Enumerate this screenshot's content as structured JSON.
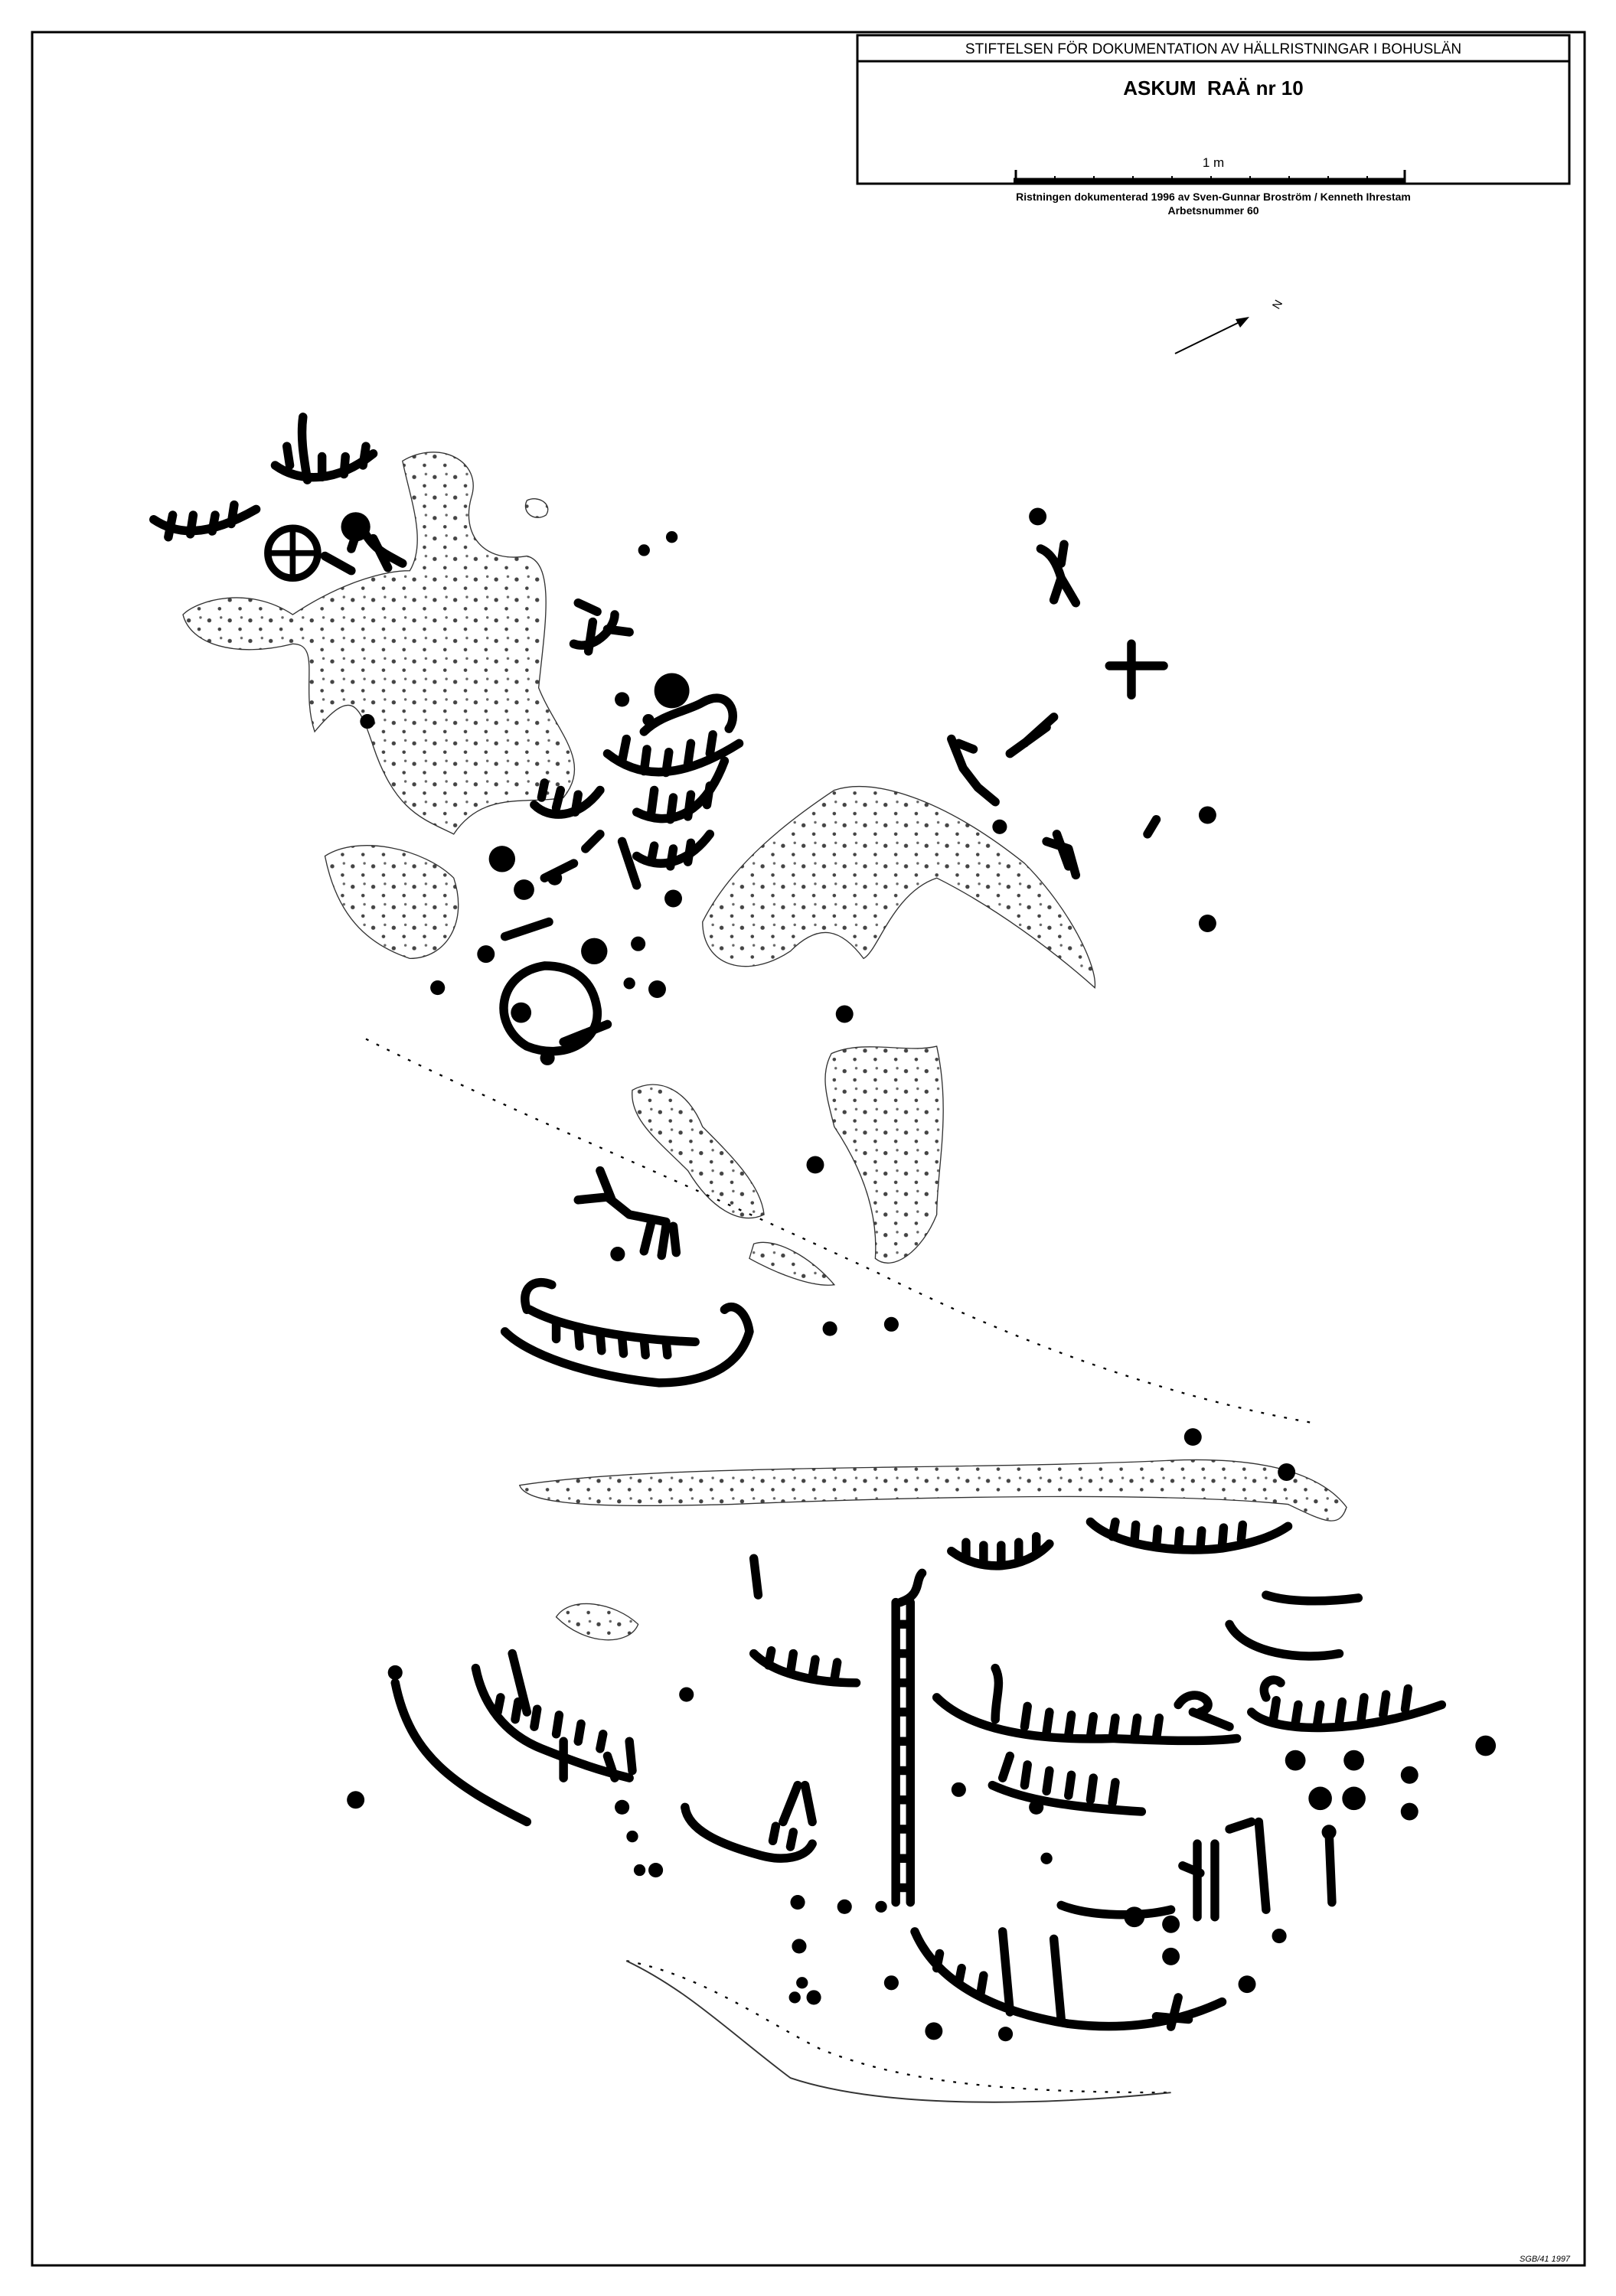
{
  "title_block": {
    "organization": "STIFTELSEN FÖR DOKUMENTATION AV HÄLLRISTNINGAR I BOHUSLÄN",
    "site_title": "ASKUM  RAÄ nr 10",
    "scale_label": "1 m",
    "credit": "Ristningen dokumenterad 1996 av Sven-Gunnar Broström / Kenneth Ihrestam",
    "work_number": "Arbetsnummer 60"
  },
  "north_arrow": {
    "label": "N"
  },
  "handwritten_note": "SGB/41 1997",
  "colors": {
    "ink": "#000000",
    "paper": "#ffffff",
    "stipple": "#555555"
  }
}
